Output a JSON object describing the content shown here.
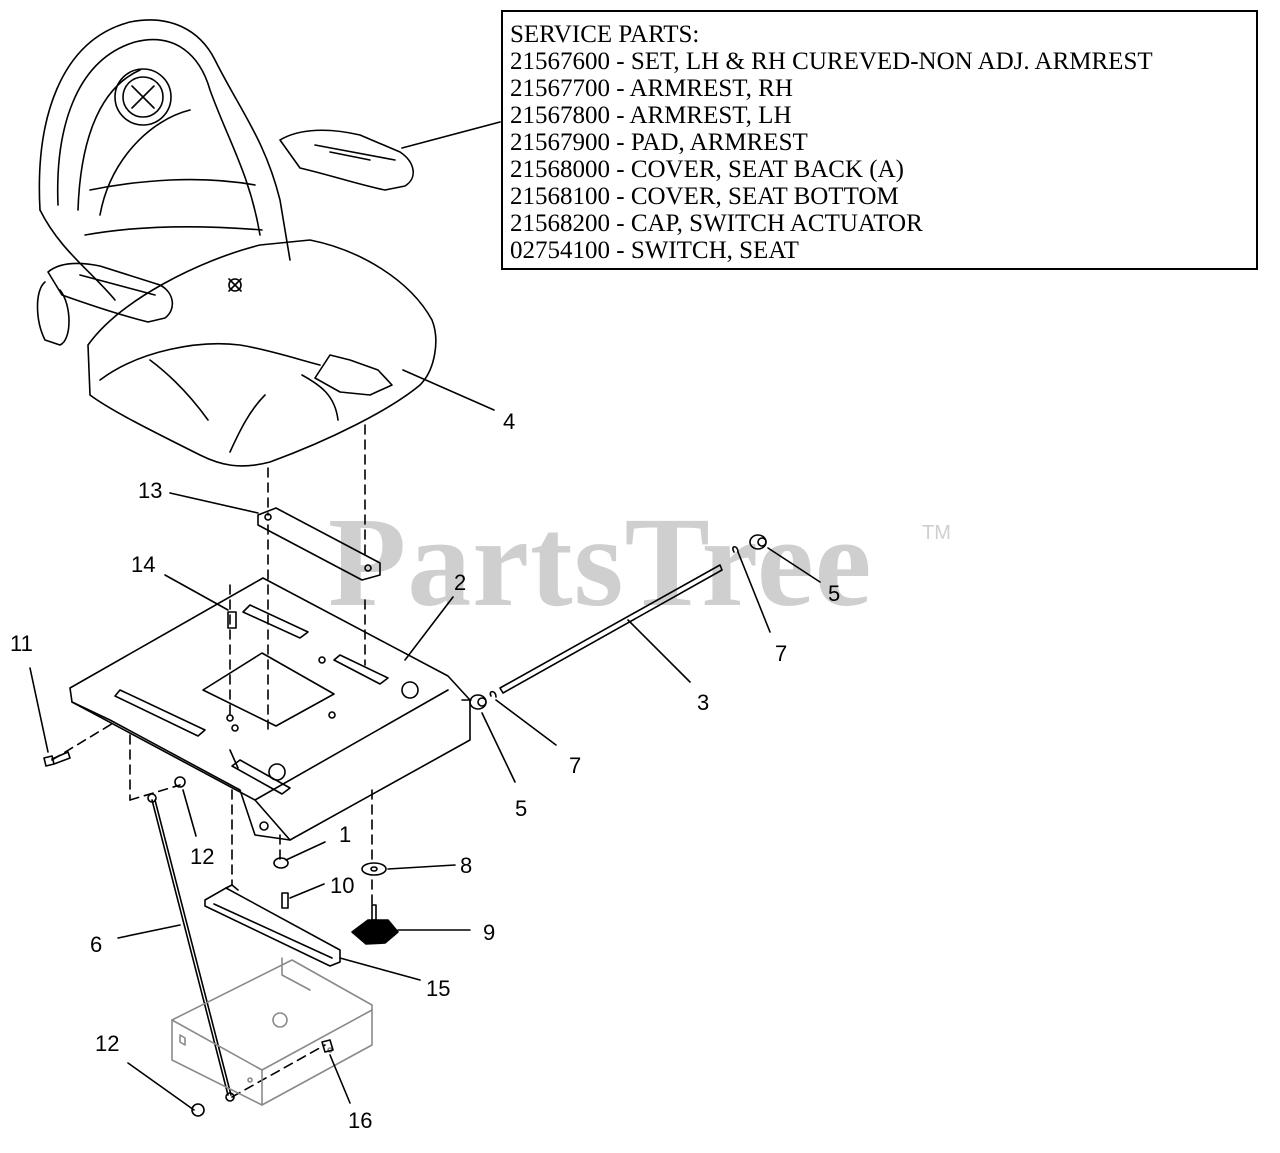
{
  "service_parts": {
    "heading": "SERVICE PARTS:",
    "items": [
      "21567600 - SET, LH & RH CUREVED-NON ADJ. ARMREST",
      "21567700 - ARMREST, RH",
      "21567800 - ARMREST, LH",
      "21567900 - PAD, ARMREST",
      "21568000 - COVER, SEAT BACK (A)",
      "21568100 - COVER, SEAT BOTTOM",
      "21568200 - CAP, SWITCH ACTUATOR",
      "02754100 - SWITCH, SEAT"
    ]
  },
  "watermark": {
    "text": "PartsTree",
    "tm": "TM"
  },
  "callouts": {
    "c1": "1",
    "c2": "2",
    "c3": "3",
    "c4": "4",
    "c5a": "5",
    "c5b": "5",
    "c6": "6",
    "c7a": "7",
    "c7b": "7",
    "c8": "8",
    "c9": "9",
    "c10": "10",
    "c11": "11",
    "c12a": "12",
    "c12b": "12",
    "c13": "13",
    "c14": "14",
    "c15": "15",
    "c16": "16"
  },
  "colors": {
    "line": "#000000",
    "watermark": "#cfcfcf",
    "light_part": "#8a8a8a"
  }
}
